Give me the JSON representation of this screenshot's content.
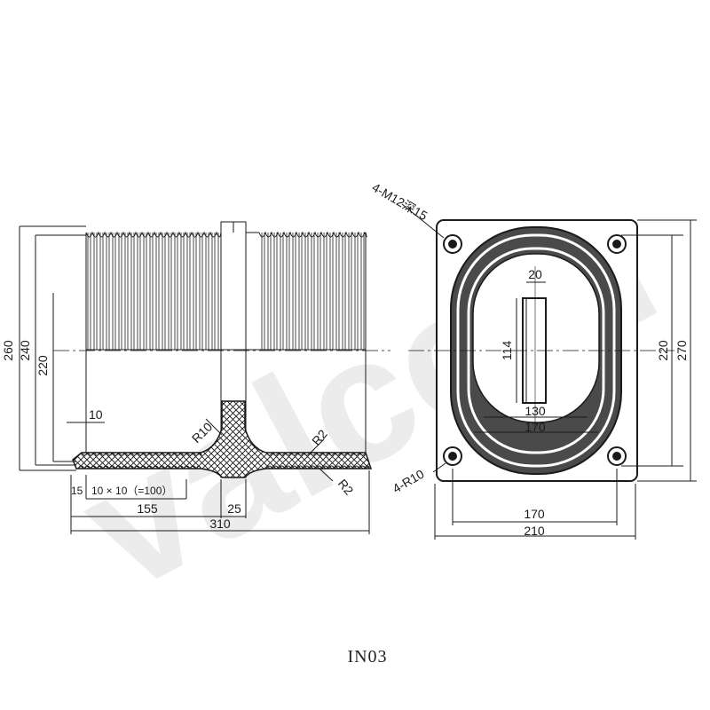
{
  "watermark": "valcom",
  "caption": "IN03",
  "colors": {
    "ink": "#1a1a1a",
    "body_fill": "#4a4a4a",
    "hatch": "#1a1a1a",
    "watermark": "#d6d6d6"
  },
  "left_view": {
    "dims": {
      "h260": "260",
      "h240": "240",
      "h220": "220",
      "d10": "10",
      "r10": "R10",
      "r2a": "R2",
      "r2b": "R2",
      "d15": "15",
      "grid": "10 × 10（=100）",
      "w155": "155",
      "w25": "25",
      "w310": "310"
    }
  },
  "right_view": {
    "dims": {
      "thread": "4-M12深15",
      "corner": "4-R10",
      "w20": "20",
      "h114": "114",
      "w130": "130",
      "w170_inner": "170",
      "h220": "220",
      "h270": "270",
      "w170_outer": "170",
      "w210": "210"
    }
  }
}
